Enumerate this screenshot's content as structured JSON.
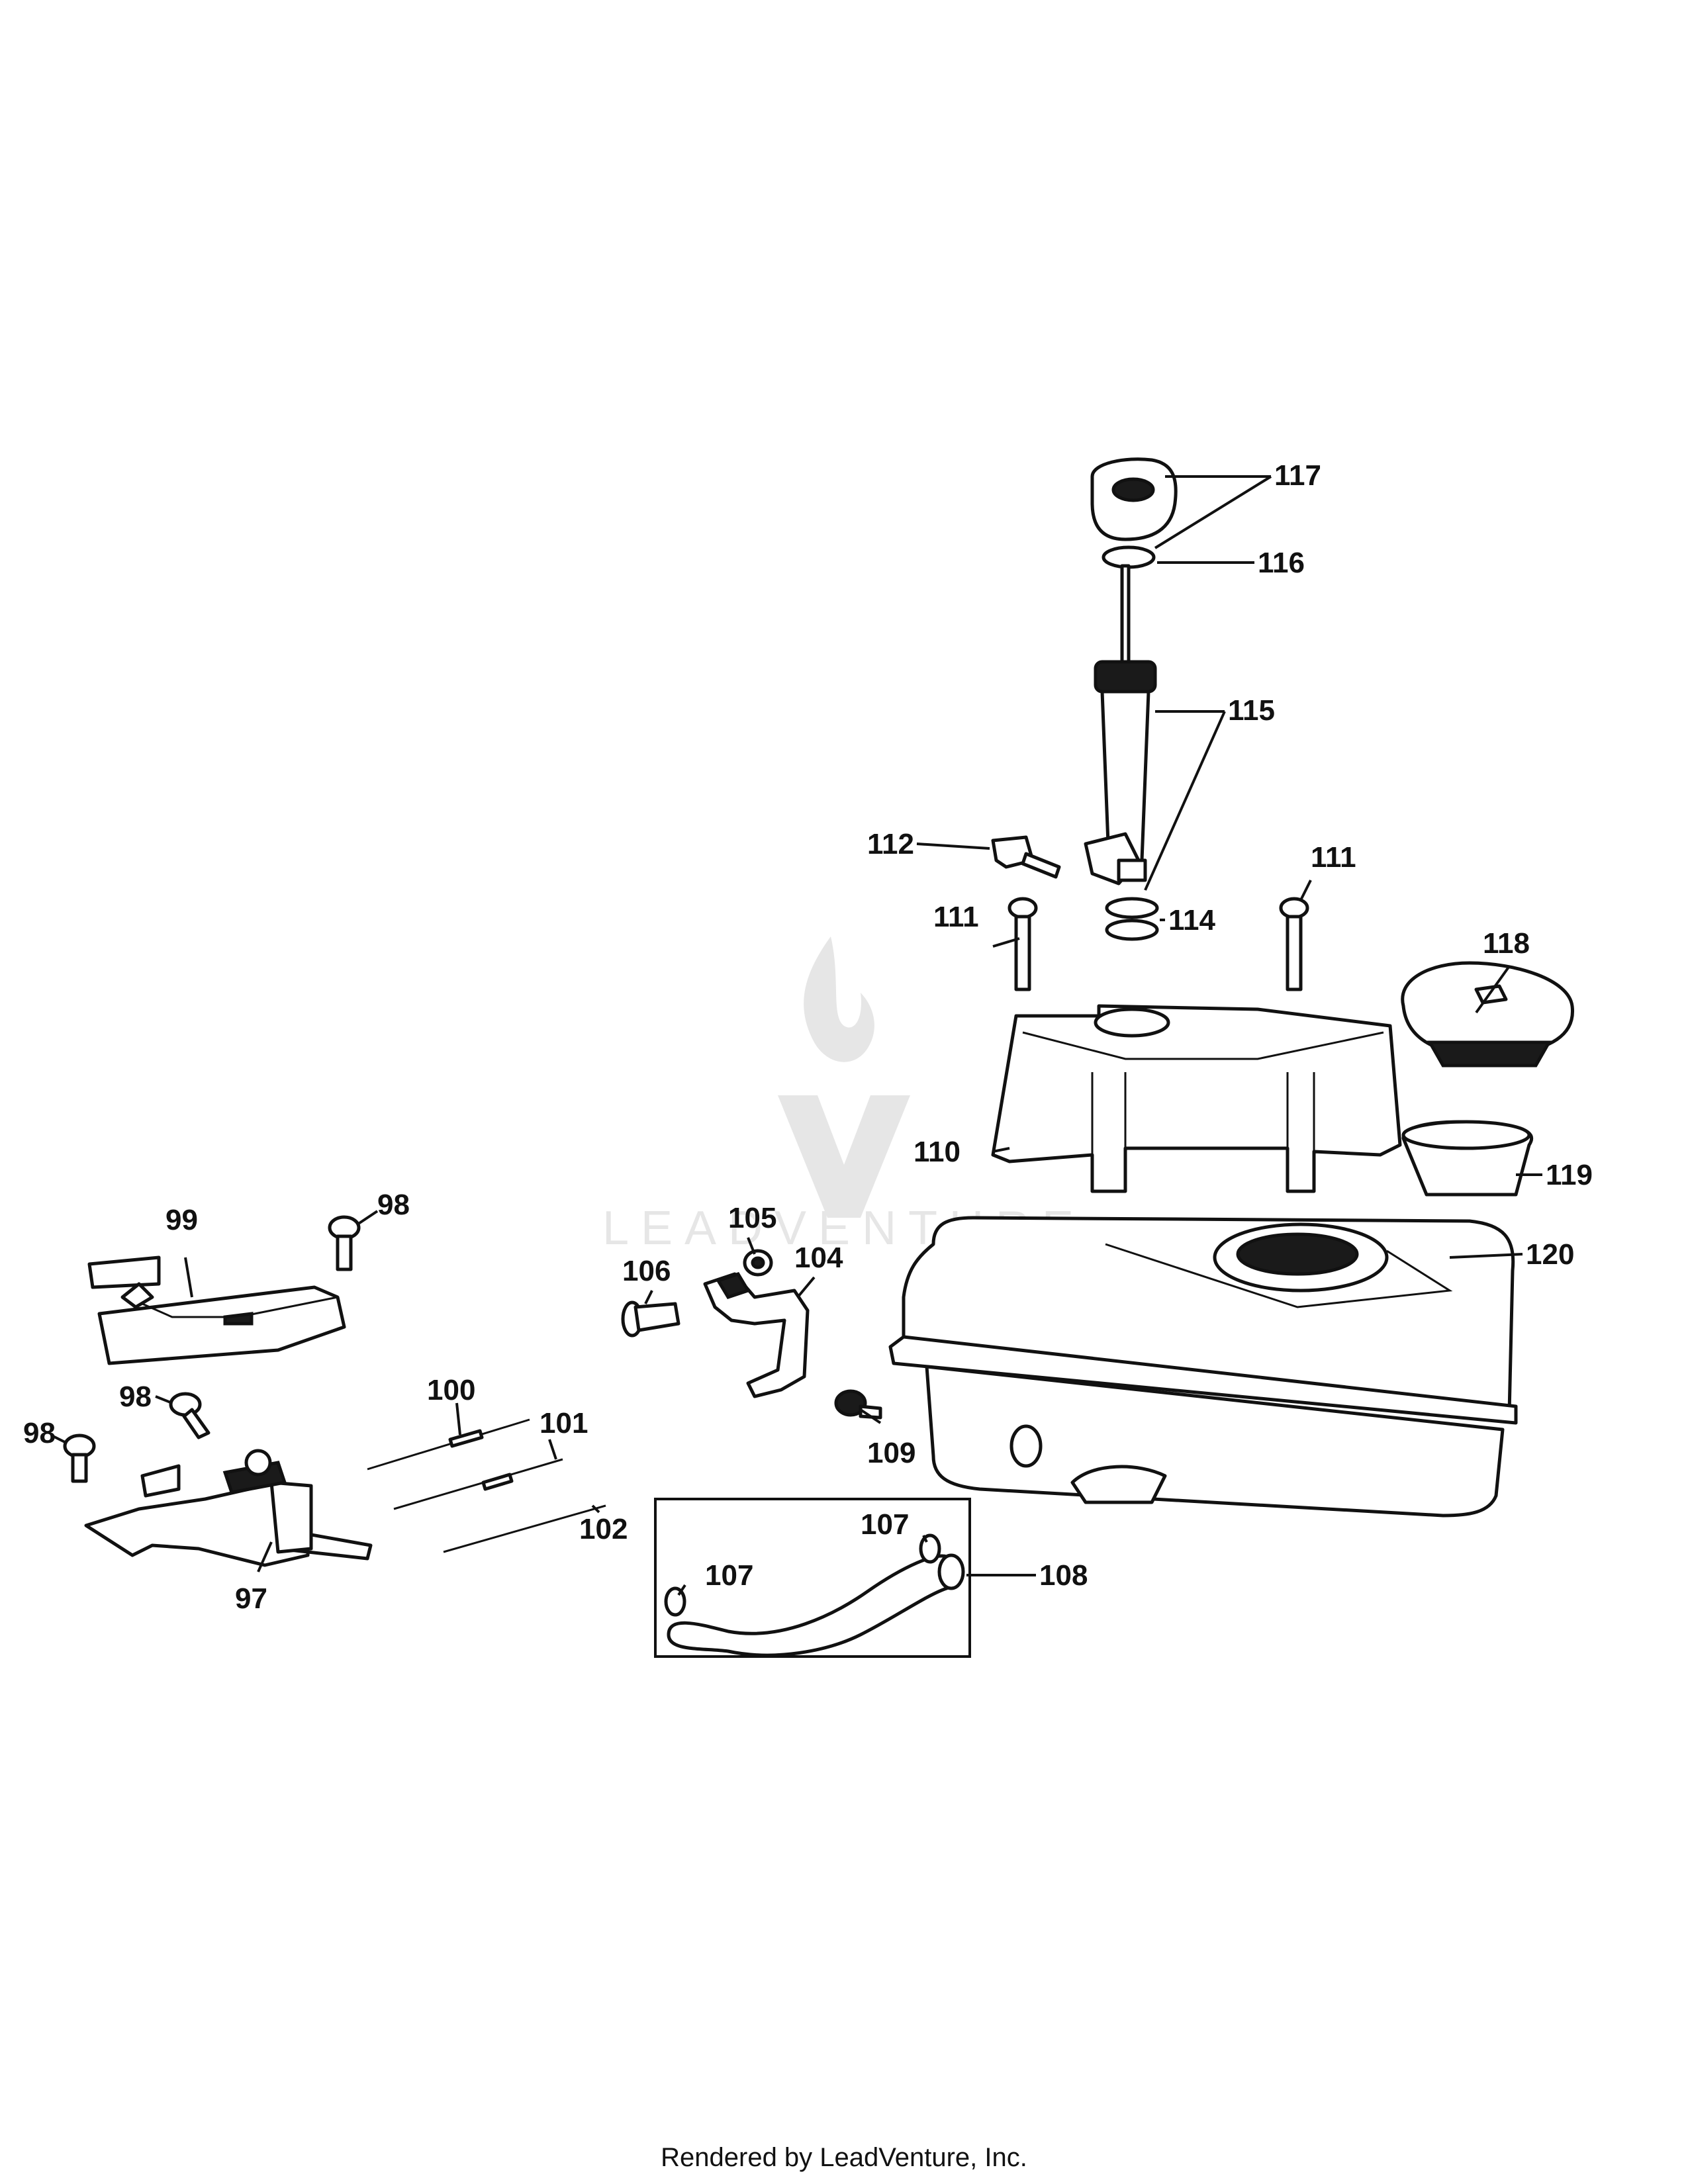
{
  "diagram": {
    "watermark_text": "LEADVENTURE",
    "footer": "Rendered by LeadVenture, Inc.",
    "callouts": {
      "p97": "97",
      "p98a": "98",
      "p98b": "98",
      "p98c": "98",
      "p99": "99",
      "p100": "100",
      "p101": "101",
      "p102": "102",
      "p104": "104",
      "p105": "105",
      "p106": "106",
      "p107a": "107",
      "p107b": "107",
      "p108": "108",
      "p109": "109",
      "p110": "110",
      "p111a": "111",
      "p111b": "111",
      "p112": "112",
      "p114": "114",
      "p115": "115",
      "p116": "116",
      "p117": "117",
      "p118": "118",
      "p119": "119",
      "p120": "120"
    }
  }
}
